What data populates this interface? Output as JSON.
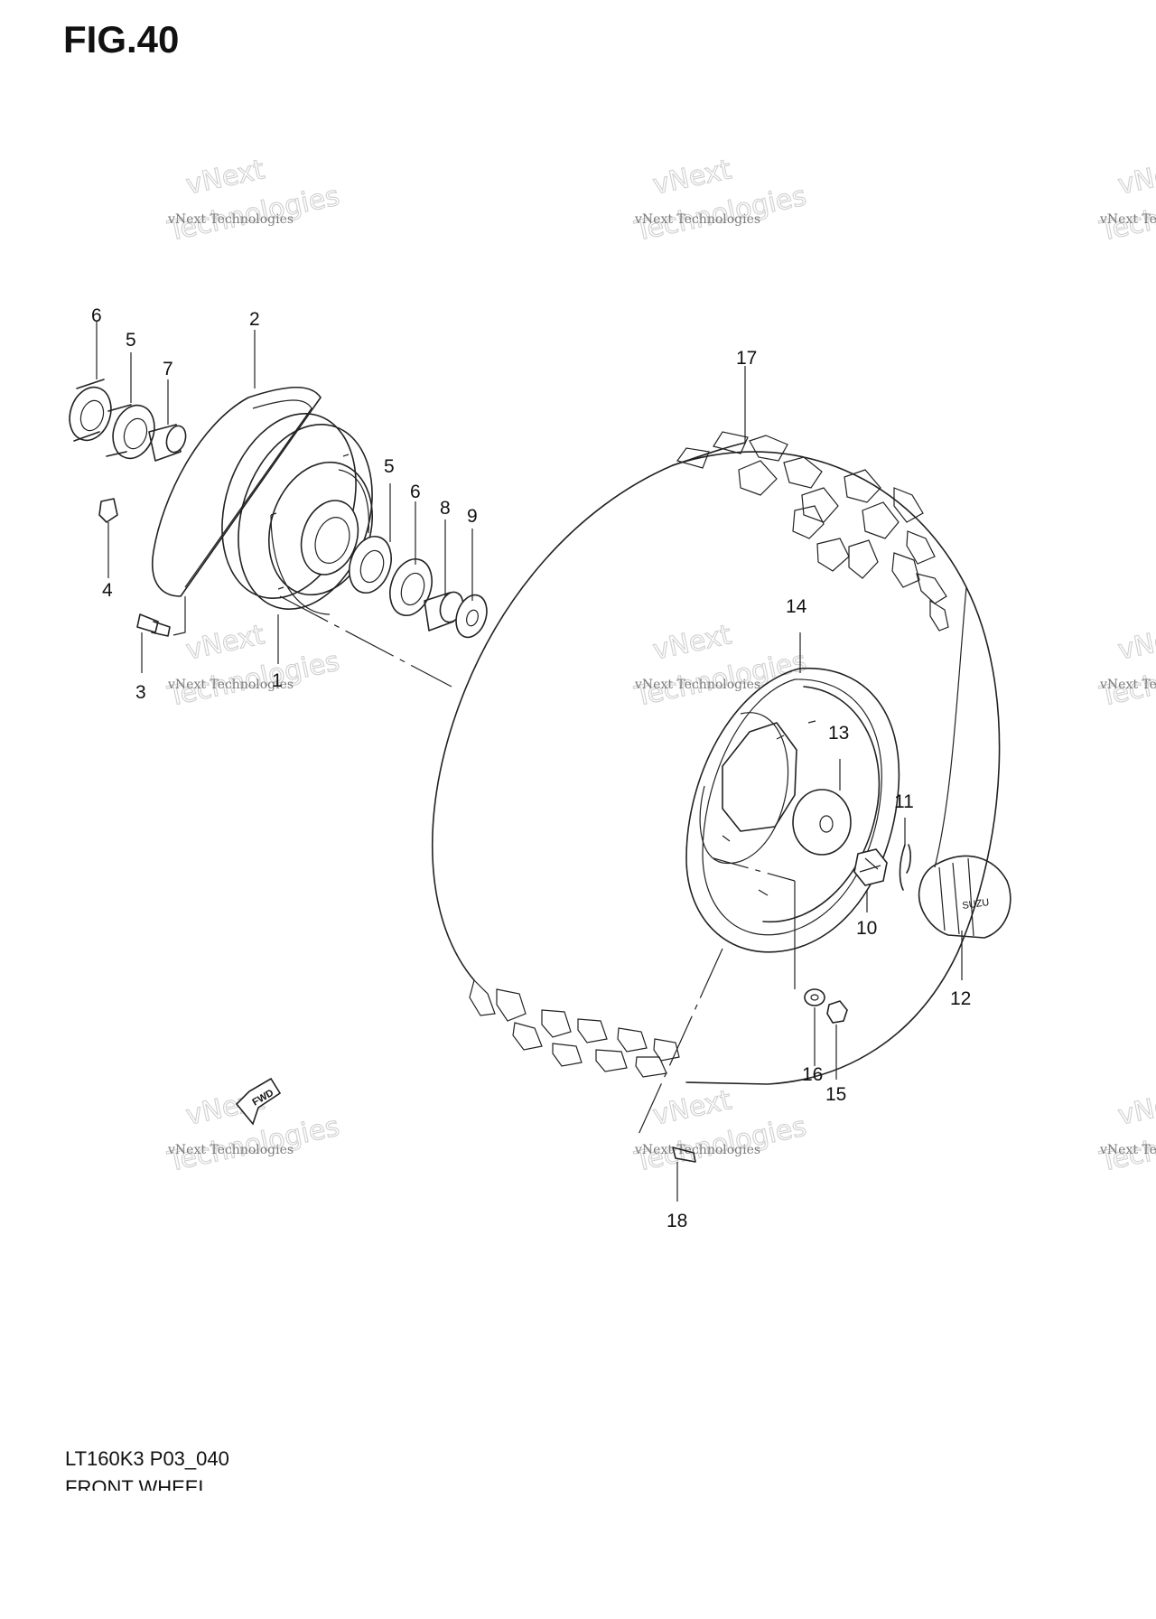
{
  "figure": {
    "title": "FIG.40"
  },
  "footer": {
    "model_code": "LT160K3 P03_040",
    "part_name": "FRONT WHEEL"
  },
  "callouts": [
    {
      "id": "c1",
      "label": "1"
    },
    {
      "id": "c2",
      "label": "2"
    },
    {
      "id": "c3",
      "label": "3"
    },
    {
      "id": "c4",
      "label": "4"
    },
    {
      "id": "c5a",
      "label": "5"
    },
    {
      "id": "c5b",
      "label": "5"
    },
    {
      "id": "c6a",
      "label": "6"
    },
    {
      "id": "c6b",
      "label": "6"
    },
    {
      "id": "c7",
      "label": "7"
    },
    {
      "id": "c8",
      "label": "8"
    },
    {
      "id": "c9",
      "label": "9"
    },
    {
      "id": "c10",
      "label": "10"
    },
    {
      "id": "c11",
      "label": "11"
    },
    {
      "id": "c12",
      "label": "12"
    },
    {
      "id": "c13",
      "label": "13"
    },
    {
      "id": "c14",
      "label": "14"
    },
    {
      "id": "c15",
      "label": "15"
    },
    {
      "id": "c16",
      "label": "16"
    },
    {
      "id": "c17",
      "label": "17"
    },
    {
      "id": "c18",
      "label": "18"
    }
  ],
  "direction_marker": {
    "text": "FWD"
  },
  "hubcap_marking": {
    "text": "SUZU"
  },
  "watermark": {
    "line1": "vNext Technologies",
    "line2": "vNext",
    "line3": "Technologies"
  },
  "colors": {
    "ink": "#222222",
    "watermark": "#7a7a7a",
    "background": "#ffffff"
  }
}
